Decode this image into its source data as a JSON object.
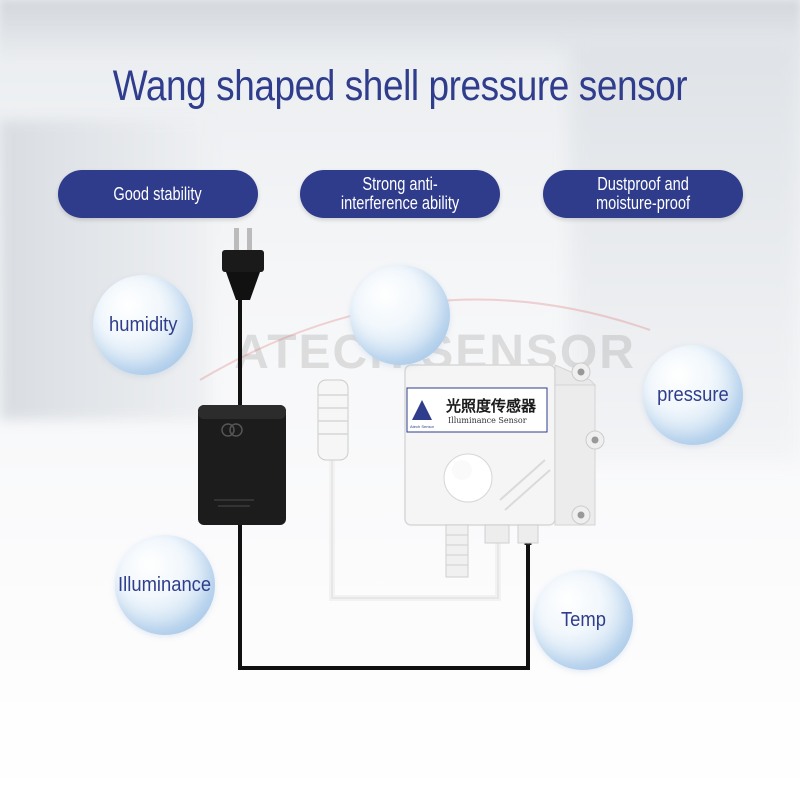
{
  "title": "Wang shaped shell pressure sensor",
  "features": [
    {
      "line1": "Good stability",
      "line2": ""
    },
    {
      "line1": "Strong anti-",
      "line2": "interference ability"
    },
    {
      "line1": "Dustproof and",
      "line2": "moisture-proof"
    }
  ],
  "bubbles": {
    "humidity": "humidity",
    "pressure": "pressure",
    "illuminance": "Illuminance",
    "temp": "Temp"
  },
  "watermark": "ATECH SENSOR",
  "device_label": {
    "chinese": "光照度传感器",
    "english": "Illuminance Sensor",
    "brand": "Atech Sensor"
  },
  "colors": {
    "accent": "#2f3b8b",
    "title": "#2f3d8c",
    "housing": "#f4f4f4"
  }
}
